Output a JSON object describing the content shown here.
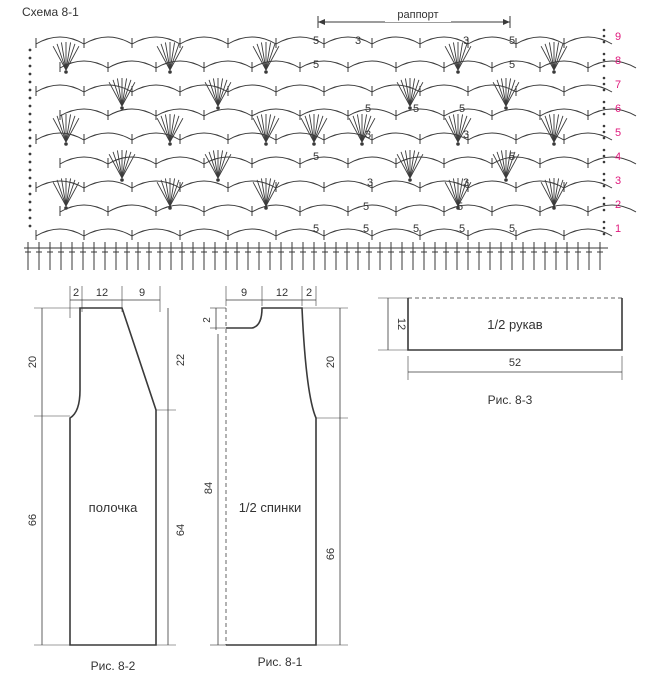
{
  "scheme": {
    "title": "Схема 8-1",
    "repeat_label": "раппорт",
    "row_numbers": [
      "1",
      "2",
      "3",
      "4",
      "5",
      "6",
      "7",
      "8",
      "9"
    ],
    "chain_labels": [
      "5",
      "3",
      "5",
      "3",
      "5"
    ],
    "row_color": "#e0197d",
    "line_color": "#3a3a3a"
  },
  "front": {
    "label": "полочка",
    "caption": "Рис. 8-2",
    "dim_top": [
      "2",
      "12",
      "9"
    ],
    "dim_left_upper": "20",
    "dim_left_lower": "66",
    "dim_right_upper": "22",
    "dim_right_lower": "64"
  },
  "back": {
    "label": "1/2 спинки",
    "caption": "Рис. 8-1",
    "dim_top": [
      "9",
      "12",
      "2"
    ],
    "dim_neck": "2",
    "dim_left": "84",
    "dim_right_upper": "20",
    "dim_right_lower": "66"
  },
  "sleeve": {
    "label": "1/2 рукав",
    "caption": "Рис. 8-3",
    "dim_height": "12",
    "dim_width": "52"
  }
}
